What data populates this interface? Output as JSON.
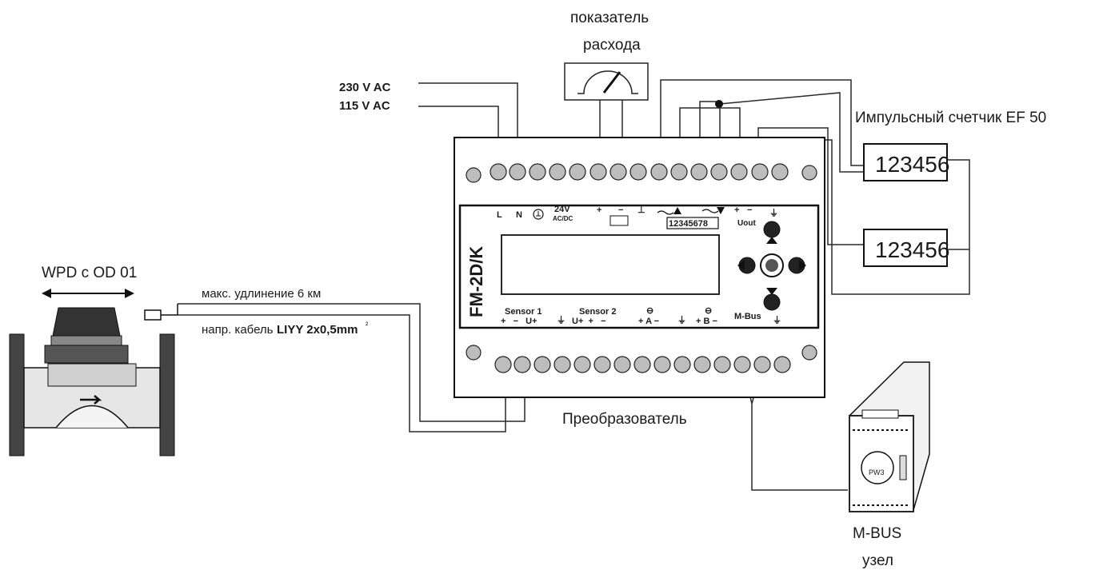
{
  "labels": {
    "flow_indicator_line1": "показатель",
    "flow_indicator_line2": "расхода",
    "power_230": "230 V AC",
    "power_115": "115 V AC",
    "pulse_counter": "Импульсный счетчик EF 50",
    "counter_top_value": "123456",
    "counter_bottom_value": "123456",
    "meter_name": "WPD с OD 01",
    "max_extension": "макс. удлинение 6 км",
    "cable_prefix": "напр. кабель",
    "cable_spec": "LIYY 2x0,5mm",
    "cable_superscript": "²",
    "converter": "Преобразователь",
    "mbus_line1": "M-BUS",
    "mbus_line2": "узел"
  },
  "device": {
    "model": "FM-2D/K",
    "top_terminals": {
      "l": "L",
      "n": "N",
      "supply_line1": "24V",
      "supply_line2": "AC/DC",
      "plus": "+",
      "minus": "−",
      "ground": "⊥",
      "display_digits": "12345678",
      "uout": "Uout"
    },
    "bottom_terminals": {
      "sensor1": "Sensor 1",
      "sensor1_pins": "+   −   U+",
      "sensor2": "Sensor 2",
      "sensor2_pins": "U+  +   −",
      "a": "+ A −",
      "b": "+ B −",
      "mbus": "M-Bus"
    }
  },
  "mbus_module": {
    "label": "PW3"
  }
}
